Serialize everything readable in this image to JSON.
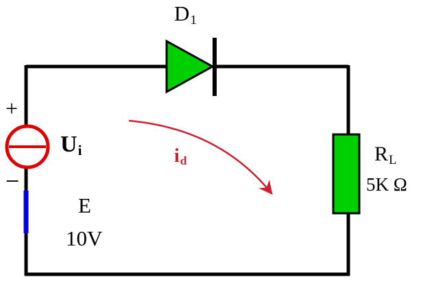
{
  "labels": {
    "diode": {
      "main": "D",
      "sub": "1"
    },
    "input_voltage": {
      "main": "U",
      "sub": "i"
    },
    "current": {
      "main": "i",
      "sub": "d"
    },
    "resistor": {
      "main": "R",
      "sub": "L"
    },
    "resistor_value": "5K Ω",
    "source_name": "E",
    "source_value": "10V",
    "plus": "+",
    "minus": "−"
  },
  "colors": {
    "wire": "#000000",
    "component_fill": "#00d000",
    "component_outline": "#000000",
    "source_stroke": "#e00000",
    "current_color": "#cc2030",
    "polarity_segment": "#0000e0"
  }
}
